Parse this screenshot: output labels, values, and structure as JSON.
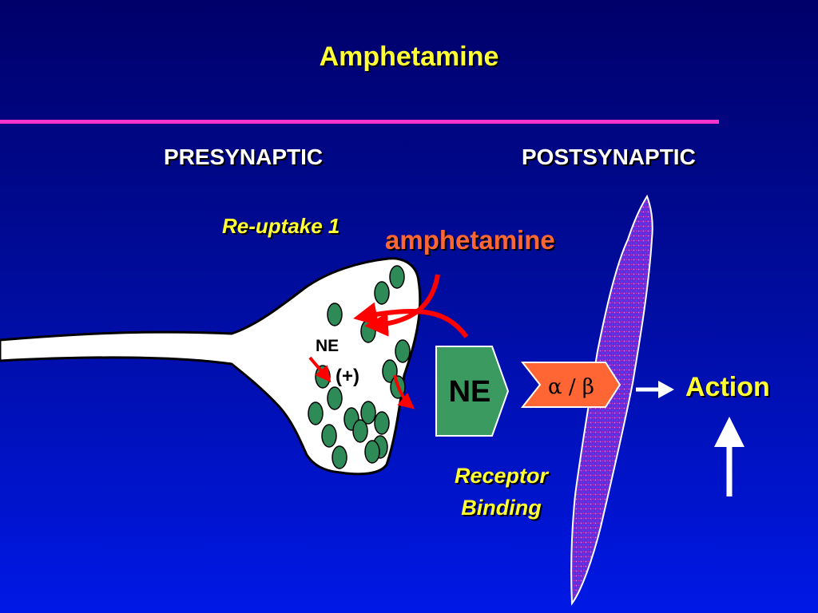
{
  "title": "Amphetamine",
  "labels": {
    "presynaptic": "PRESYNAPTIC",
    "postsynaptic": "POSTSYNAPTIC",
    "reuptake": "Re-uptake 1",
    "amphetamine": "amphetamine",
    "ne_small": "NE",
    "stimulation": "(+)",
    "ne_large": "NE",
    "receptor": "α / β",
    "action": "Action",
    "receptor_binding_line1": "Receptor",
    "receptor_binding_line2": "Binding"
  },
  "colors": {
    "title_yellow": "#ffff33",
    "rule_magenta": "#ff33cc",
    "amphetamine_orange": "#ff6633",
    "arrow_red": "#ff0000",
    "vesicle_green": "#2e8b57",
    "ne_box_green": "#3a9a60",
    "receptor_orange": "#ff6633",
    "postsynaptic_cell": "#8a2be2",
    "neuron_white": "#ffffff"
  },
  "vesicle_count": 18
}
